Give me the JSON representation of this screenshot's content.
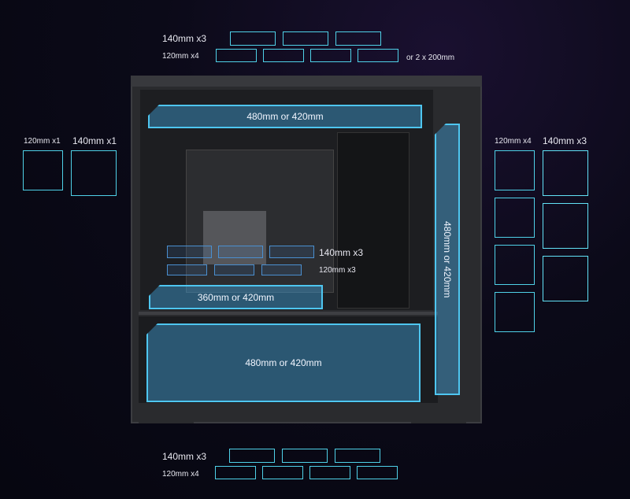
{
  "top": {
    "row140_label": "140mm x3",
    "row120_label": "120mm x4",
    "alt_label": "or 2 x 200mm"
  },
  "left": {
    "label_120": "120mm x1",
    "label_140": "140mm x1"
  },
  "right": {
    "label_120": "120mm x4",
    "label_140": "140mm x3"
  },
  "bottom": {
    "row140_label": "140mm x3",
    "row120_label": "120mm x4"
  },
  "radiators": {
    "top": "480mm or 420mm",
    "side": "480mm or 420mm",
    "mid": "360mm or 420mm",
    "bottom": "480mm or 420mm"
  },
  "inner": {
    "label_140": "140mm x3",
    "label_120": "120mm x3"
  },
  "colors": {
    "fan_outline": "#4fd1e8",
    "radiator_fill": "#40a0d7",
    "background": "#0b0a18"
  }
}
